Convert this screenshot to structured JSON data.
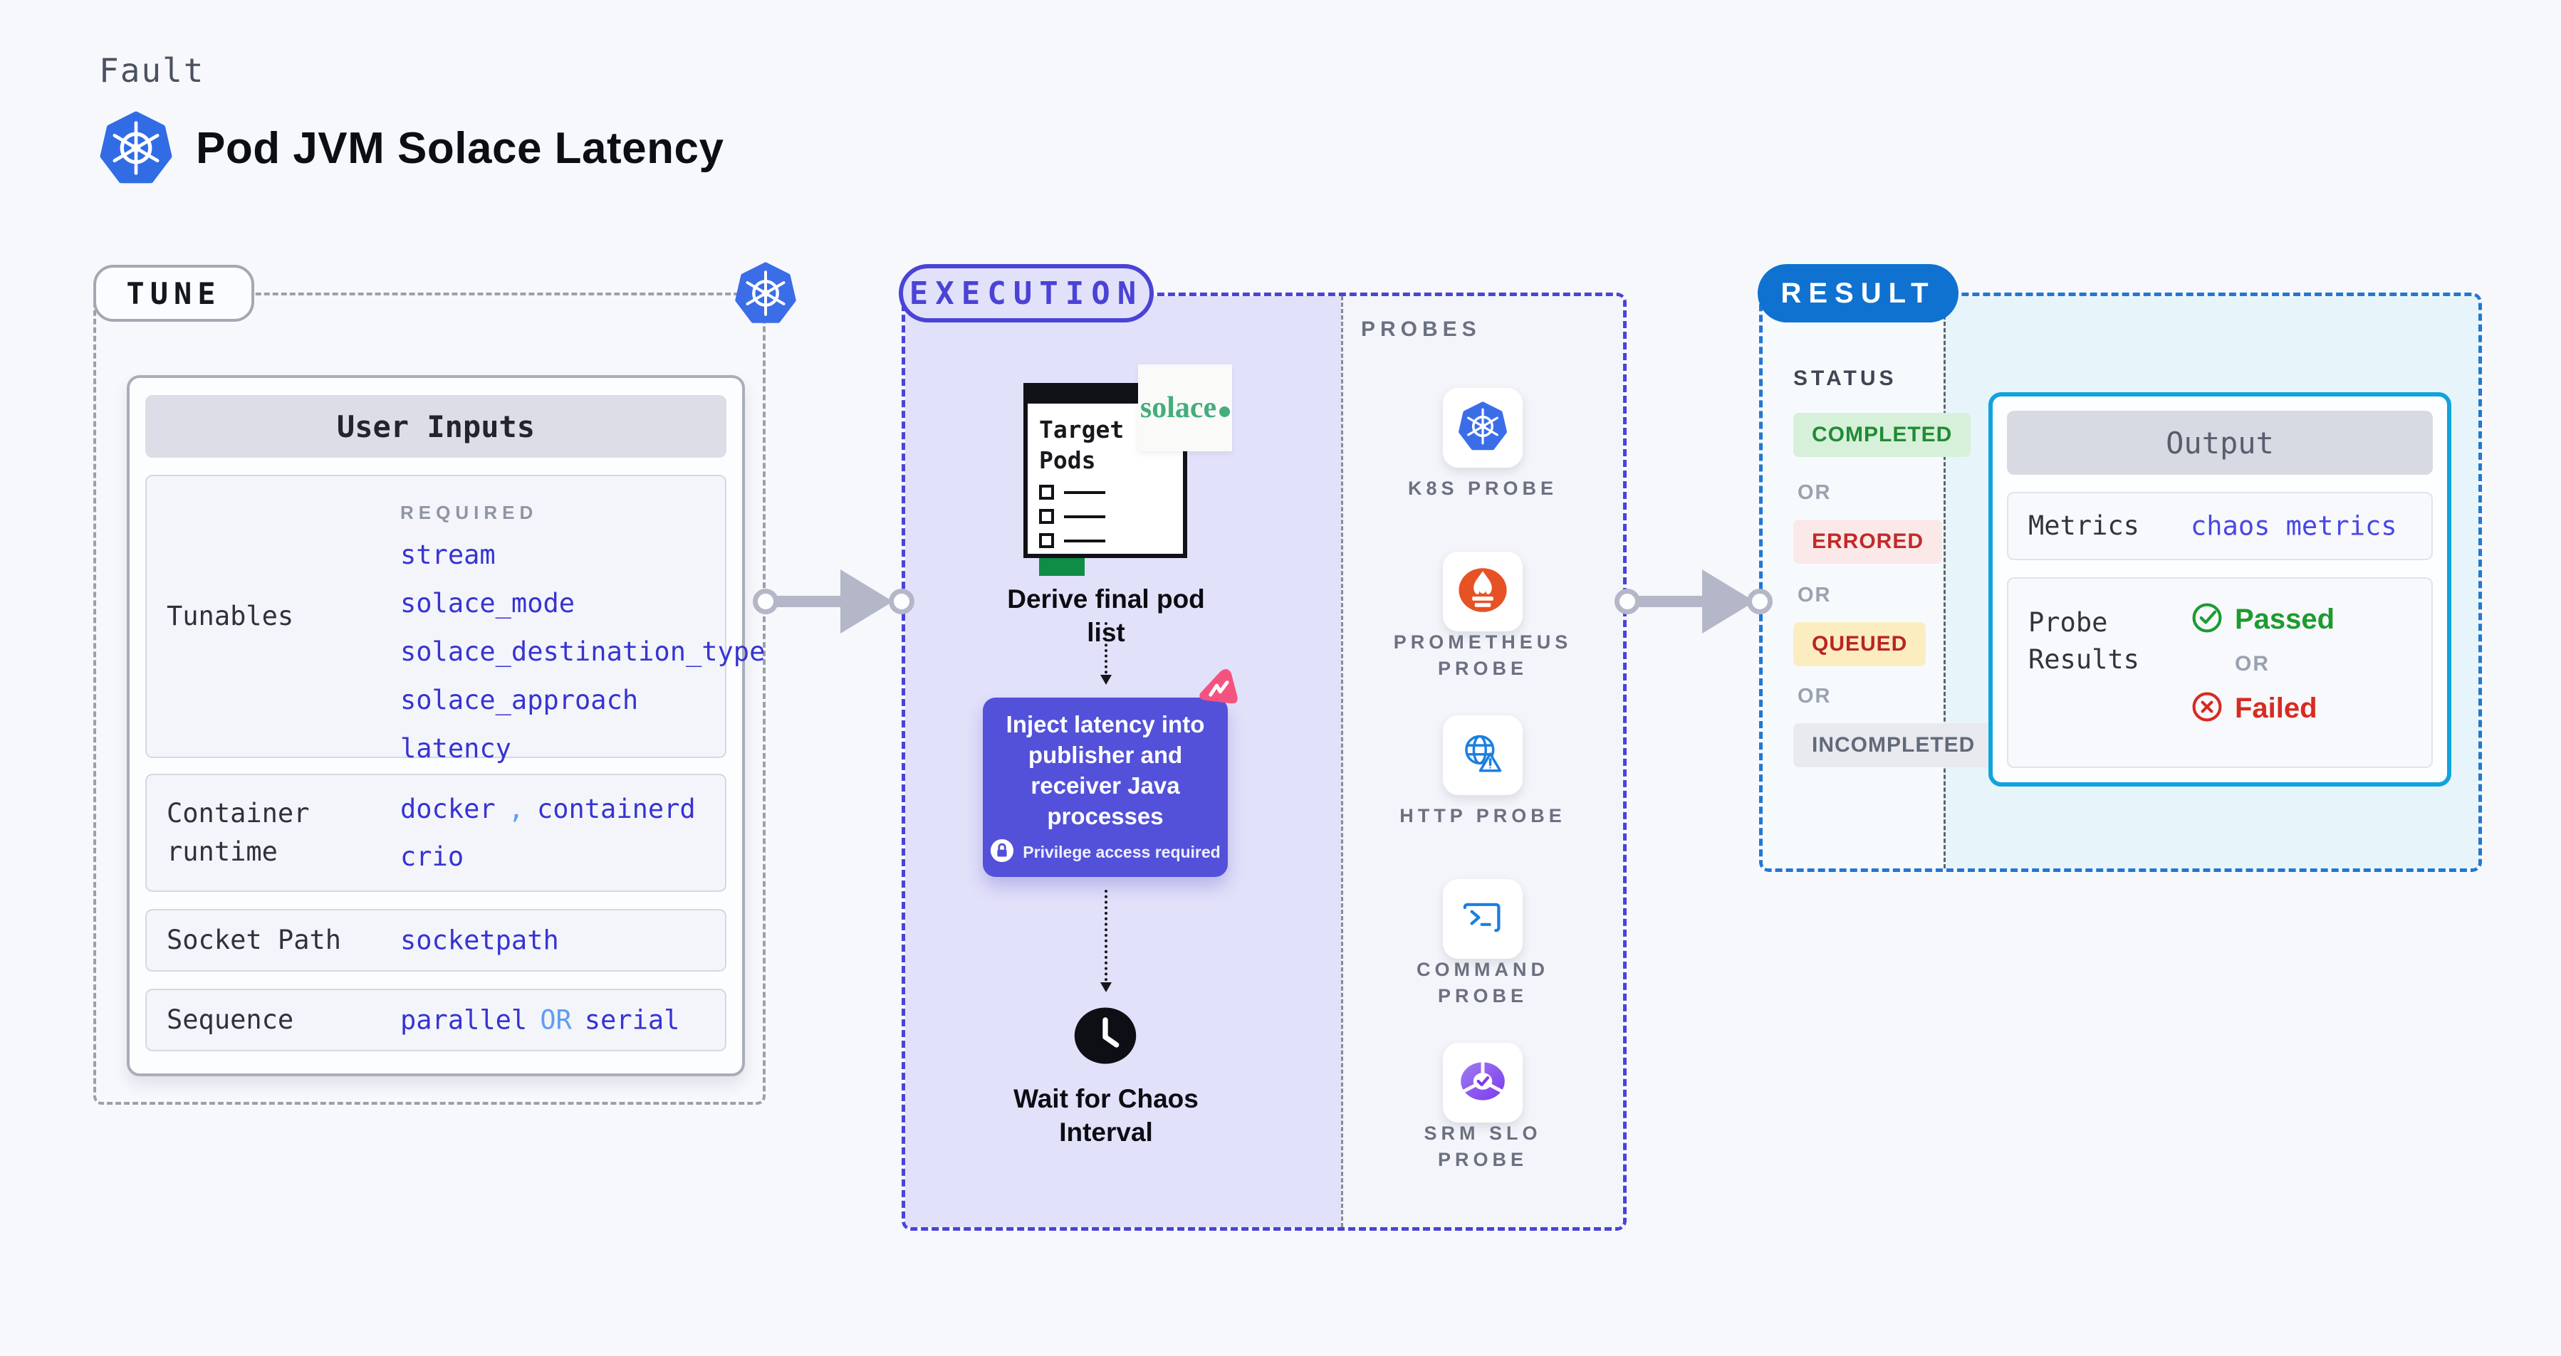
{
  "page": {
    "background": "#f7f8fc"
  },
  "header": {
    "eyebrow": "Fault",
    "title": "Pod JVM Solace Latency"
  },
  "tune": {
    "badge": "TUNE",
    "card_title": "User Inputs",
    "tunables_label": "Tunables",
    "required_label": "REQUIRED",
    "tunable_items": [
      "stream",
      "solace_mode",
      "solace_destination_type",
      "solace_approach",
      "latency"
    ],
    "container_runtime": {
      "label_line1": "Container",
      "label_line2": "runtime",
      "value_1": "docker",
      "separator": ",",
      "value_2": "containerd",
      "value_3": "crio"
    },
    "socket_path": {
      "label": "Socket Path",
      "value": "socketpath"
    },
    "sequence": {
      "label": "Sequence",
      "value_1": "parallel",
      "or": "OR",
      "value_2": "serial"
    }
  },
  "execution": {
    "badge": "EXECUTION",
    "target_doc": {
      "title_line1": "Target",
      "title_line2": "Pods",
      "logo_text": "solace"
    },
    "step_caption": "Derive final pod list",
    "inject": {
      "lines": [
        "Inject latency into",
        "publisher and",
        "receiver Java",
        "processes"
      ],
      "privilege_note": "Privilege access required"
    },
    "wait_caption_line1": "Wait for Chaos",
    "wait_caption_line2": "Interval"
  },
  "probes": {
    "header": "PROBES",
    "items": [
      {
        "label": "K8S PROBE",
        "icon": "kubernetes-icon"
      },
      {
        "label": "PROMETHEUS PROBE",
        "icon": "prometheus-icon"
      },
      {
        "label": "HTTP PROBE",
        "icon": "http-globe-icon"
      },
      {
        "label": "COMMAND PROBE",
        "icon": "terminal-icon"
      },
      {
        "label": "SRM SLO PROBE",
        "icon": "srm-slo-icon"
      }
    ]
  },
  "result": {
    "badge": "RESULT",
    "status": {
      "header": "STATUS",
      "or_label": "OR",
      "items": [
        {
          "label": "COMPLETED",
          "style": "color:#1f8c33;background:#d7f0da"
        },
        {
          "label": "ERRORED",
          "style": "color:#c32a2a;background:#fbe9e9"
        },
        {
          "label": "QUEUED",
          "style": "color:#b92427;background:#fcedc0"
        },
        {
          "label": "INCOMPLETED",
          "style": "color:#626a79;background:#e8eaf0"
        }
      ]
    },
    "output": {
      "title": "Output",
      "metrics_label": "Metrics",
      "metrics_value": "chaos metrics",
      "probe_results_line1": "Probe",
      "probe_results_line2": "Results",
      "passed_label": "Passed",
      "or_label": "OR",
      "failed_label": "Failed"
    }
  },
  "colors": {
    "value_blue": "#3634d3",
    "separator_blue": "#5f9df3",
    "tune_border_gray": "#9aa0ab",
    "execution_accent": "#4a43d6",
    "execution_panel": "#e2e1fa",
    "result_border": "#2277d3",
    "result_badge": "#0f72d0",
    "output_border": "#12a3dd",
    "inject_purple": "#5351d9",
    "kubernetes_blue": "#326ce5",
    "prometheus_orange": "#e75225",
    "solace_green": "#44ad7c",
    "passed_green": "#1d9b2e",
    "failed_red": "#d92a20",
    "chaos_pink": "#f5537f"
  }
}
